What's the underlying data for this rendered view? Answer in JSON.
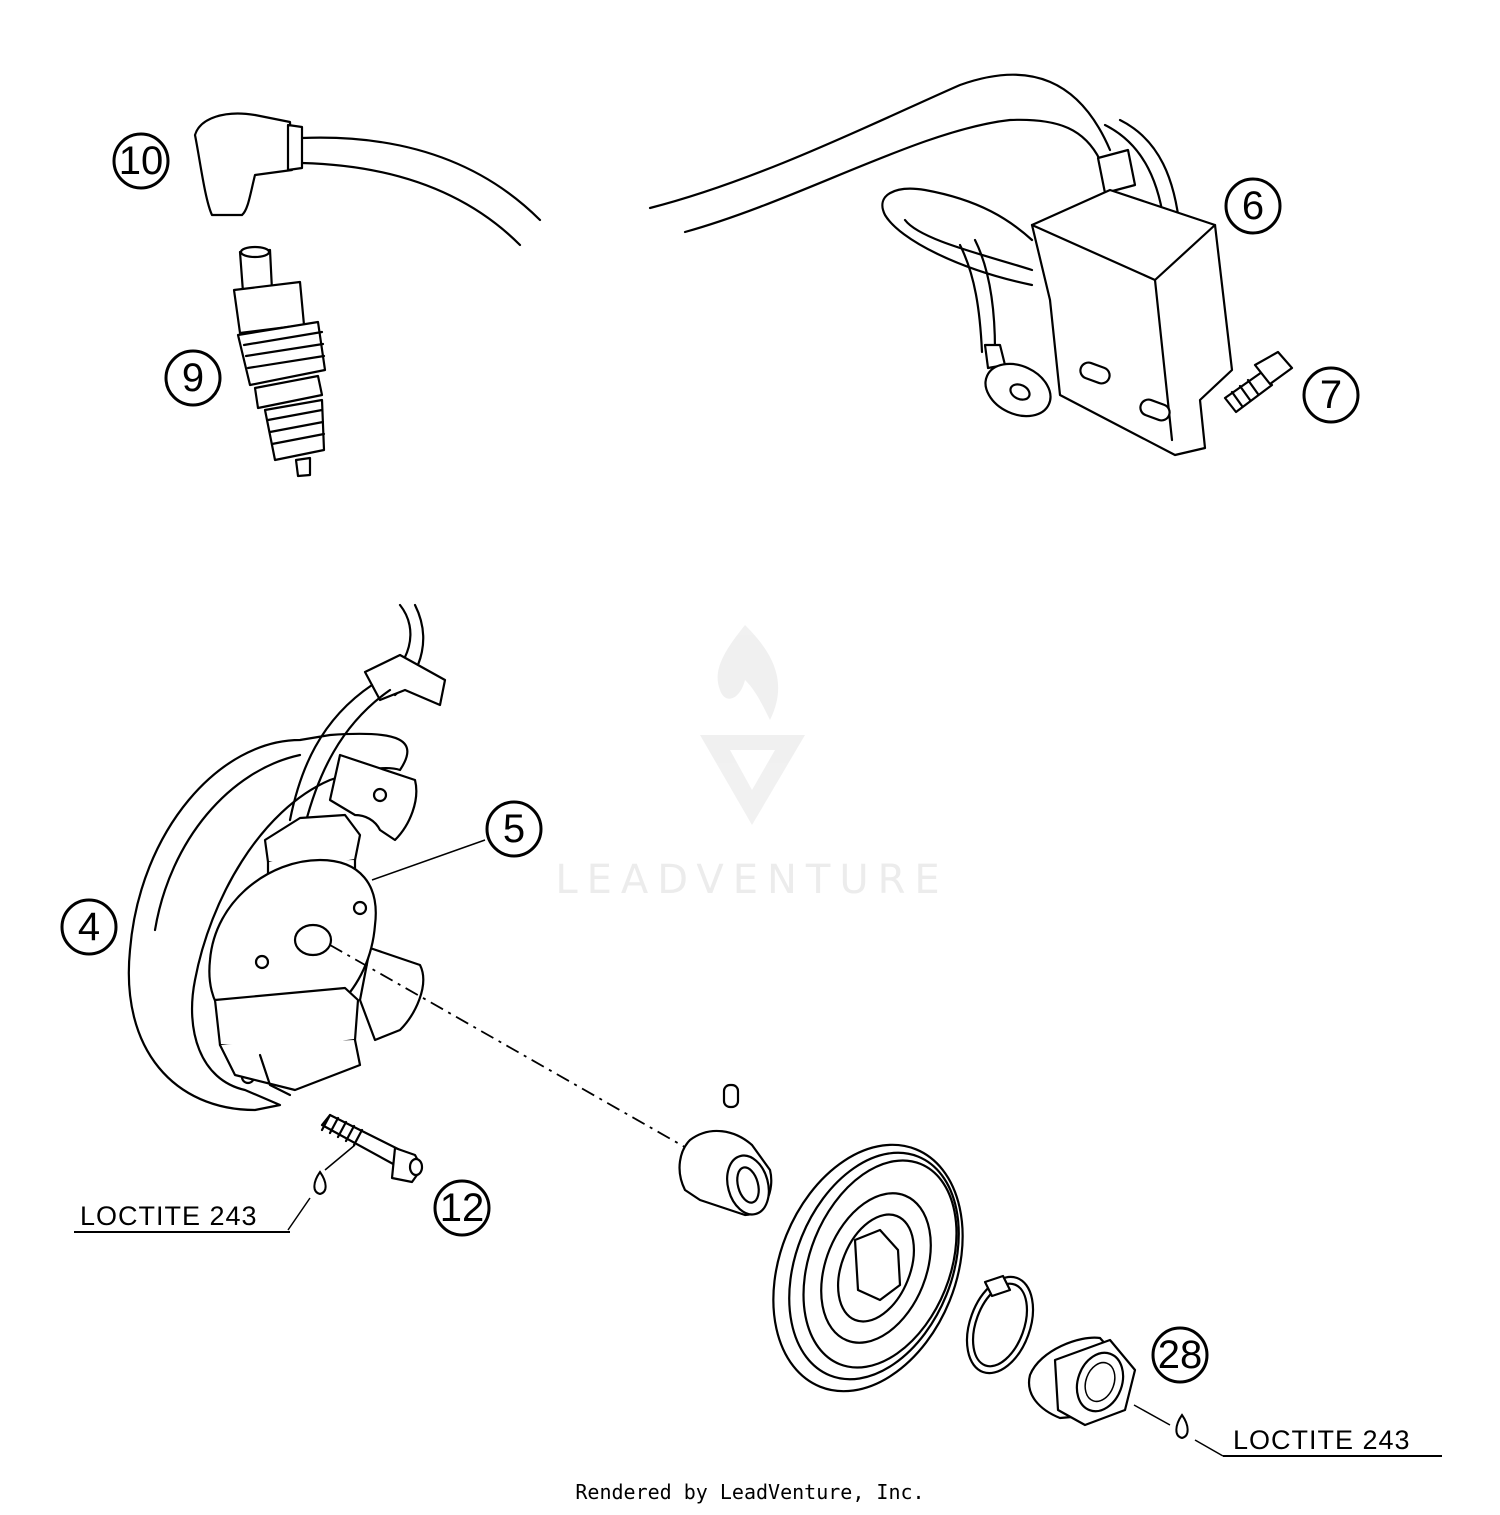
{
  "watermark": {
    "text": "LEADVENTURE"
  },
  "callouts": [
    {
      "id": "10",
      "label": "10"
    },
    {
      "id": "9",
      "label": "9"
    },
    {
      "id": "6",
      "label": "6"
    },
    {
      "id": "7",
      "label": "7"
    },
    {
      "id": "5",
      "label": "5"
    },
    {
      "id": "4",
      "label": "4"
    },
    {
      "id": "12",
      "label": "12"
    },
    {
      "id": "28",
      "label": "28"
    }
  ],
  "annotations": {
    "loctite_left": "LOCTITE 243",
    "loctite_right": "LOCTITE 243"
  },
  "footer": {
    "text": "Rendered by LeadVenture, Inc."
  }
}
